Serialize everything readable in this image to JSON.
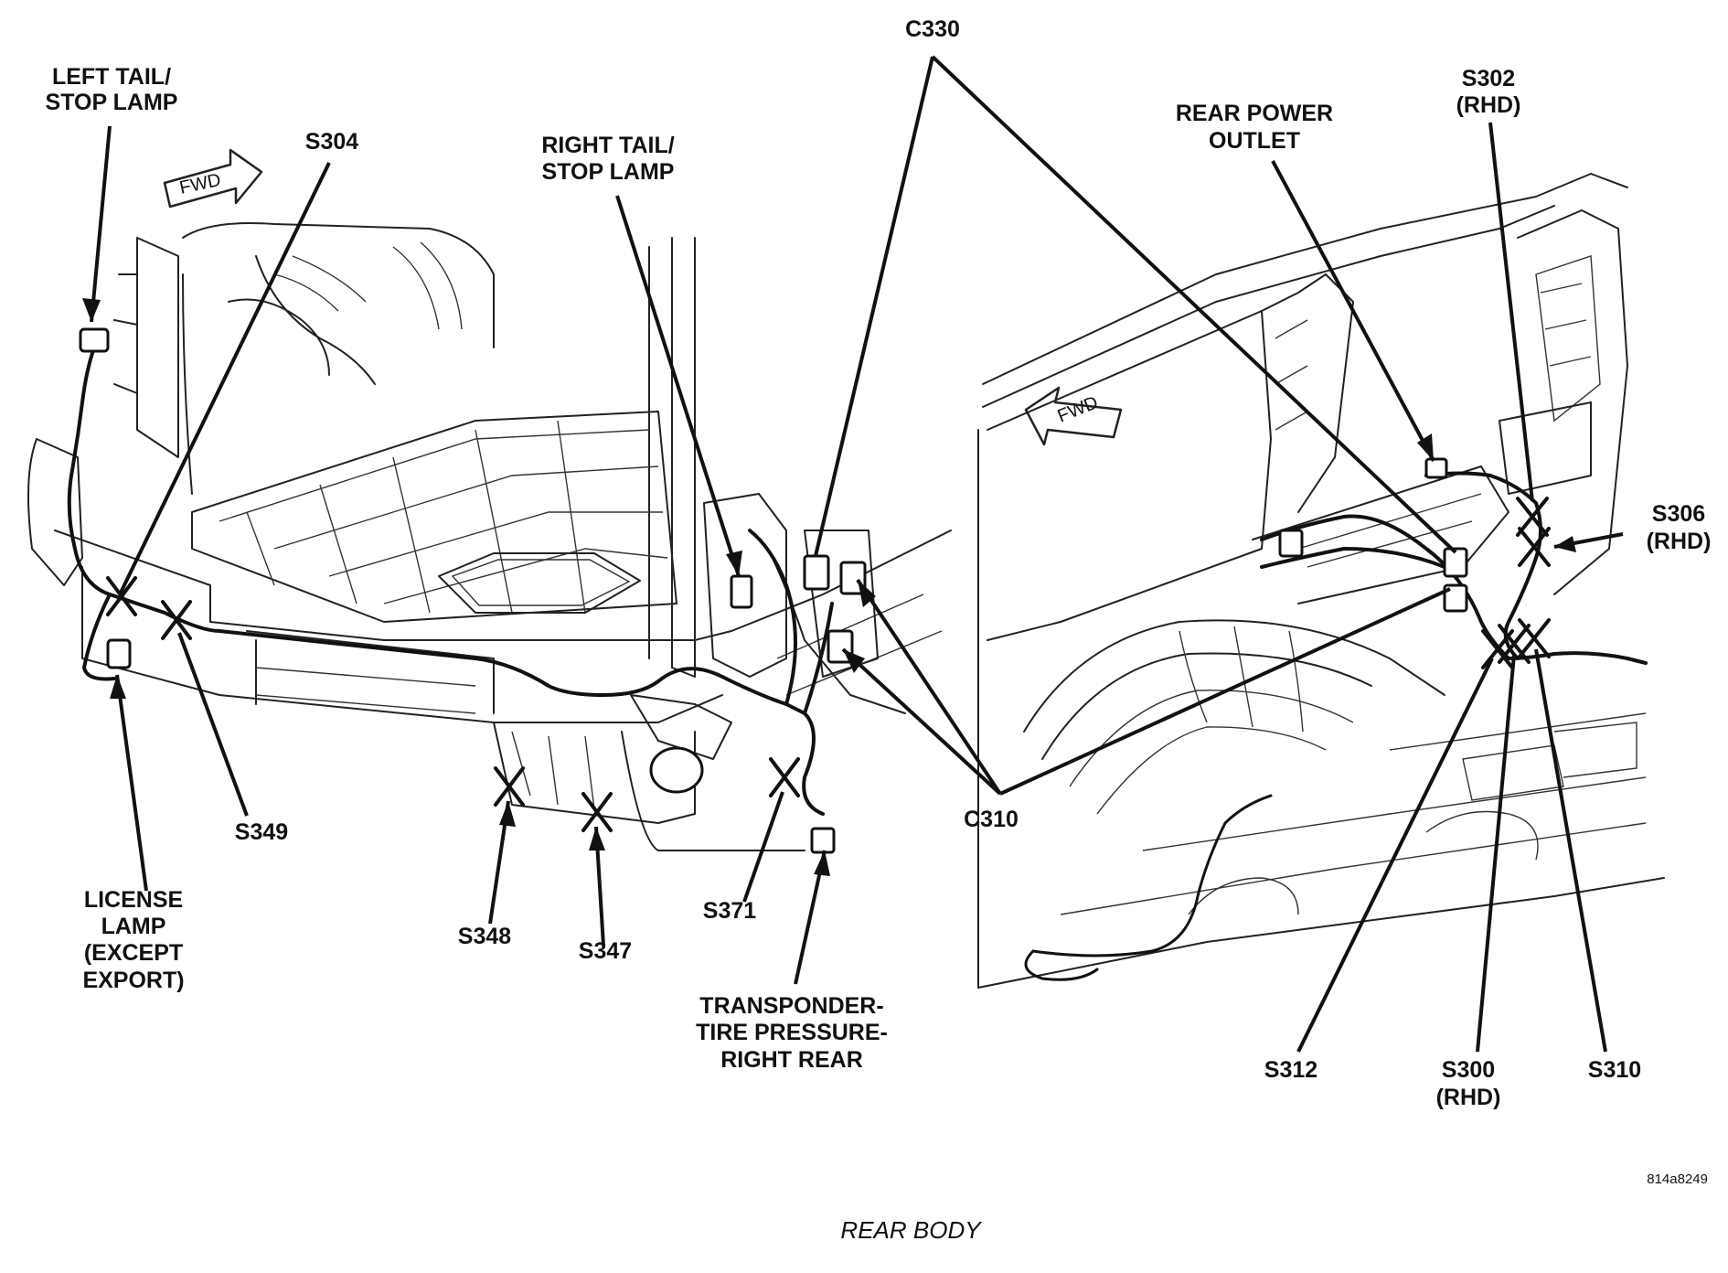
{
  "labels": {
    "left_tail_1": "LEFT TAIL/",
    "left_tail_2": "STOP LAMP",
    "s304": "S304",
    "right_tail_1": "RIGHT TAIL/",
    "right_tail_2": "STOP LAMP",
    "c330": "C330",
    "rear_power_1": "REAR POWER",
    "rear_power_2": "OUTLET",
    "s302_1": "S302",
    "s302_2": "(RHD)",
    "s306_1": "S306",
    "s306_2": "(RHD)",
    "s349": "S349",
    "license_1": "LICENSE",
    "license_2": "LAMP",
    "license_3": "(EXCEPT",
    "license_4": "EXPORT)",
    "s348": "S348",
    "s347": "S347",
    "s371": "S371",
    "c310": "C310",
    "transponder_1": "TRANSPONDER-",
    "transponder_2": "TIRE PRESSURE-",
    "transponder_3": "RIGHT REAR",
    "s312": "S312",
    "s300_1": "S300",
    "s300_2": "(RHD)",
    "s310": "S310",
    "fwd_left": "FWD",
    "fwd_right": "FWD"
  },
  "figure_id": "814a8249",
  "caption": "REAR BODY"
}
